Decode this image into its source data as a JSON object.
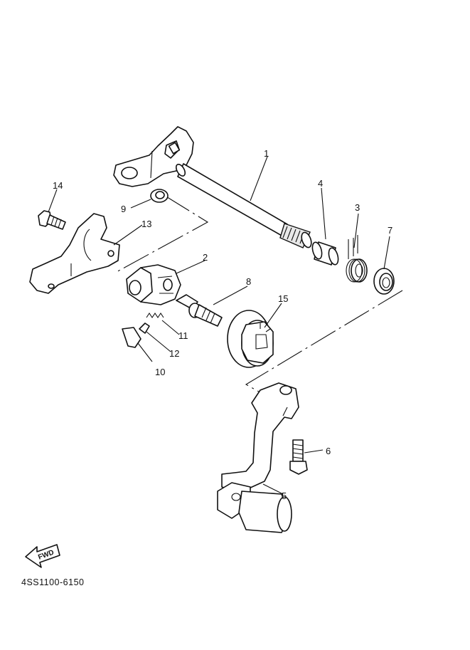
{
  "diagram": {
    "code": "4SS1100-6150",
    "direction_marker": "FWD",
    "callouts": [
      {
        "id": "c1",
        "label": "1"
      },
      {
        "id": "c2",
        "label": "2"
      },
      {
        "id": "c3",
        "label": "3"
      },
      {
        "id": "c4",
        "label": "4"
      },
      {
        "id": "c5",
        "label": "5"
      },
      {
        "id": "c6",
        "label": "6"
      },
      {
        "id": "c7",
        "label": "7"
      },
      {
        "id": "c8",
        "label": "8"
      },
      {
        "id": "c9",
        "label": "9"
      },
      {
        "id": "c10",
        "label": "10"
      },
      {
        "id": "c11",
        "label": "11"
      },
      {
        "id": "c12",
        "label": "12"
      },
      {
        "id": "c13",
        "label": "13"
      },
      {
        "id": "c14",
        "label": "14"
      },
      {
        "id": "c15",
        "label": "15"
      }
    ]
  },
  "colors": {
    "ink": "#111111",
    "paper": "#ffffff"
  }
}
